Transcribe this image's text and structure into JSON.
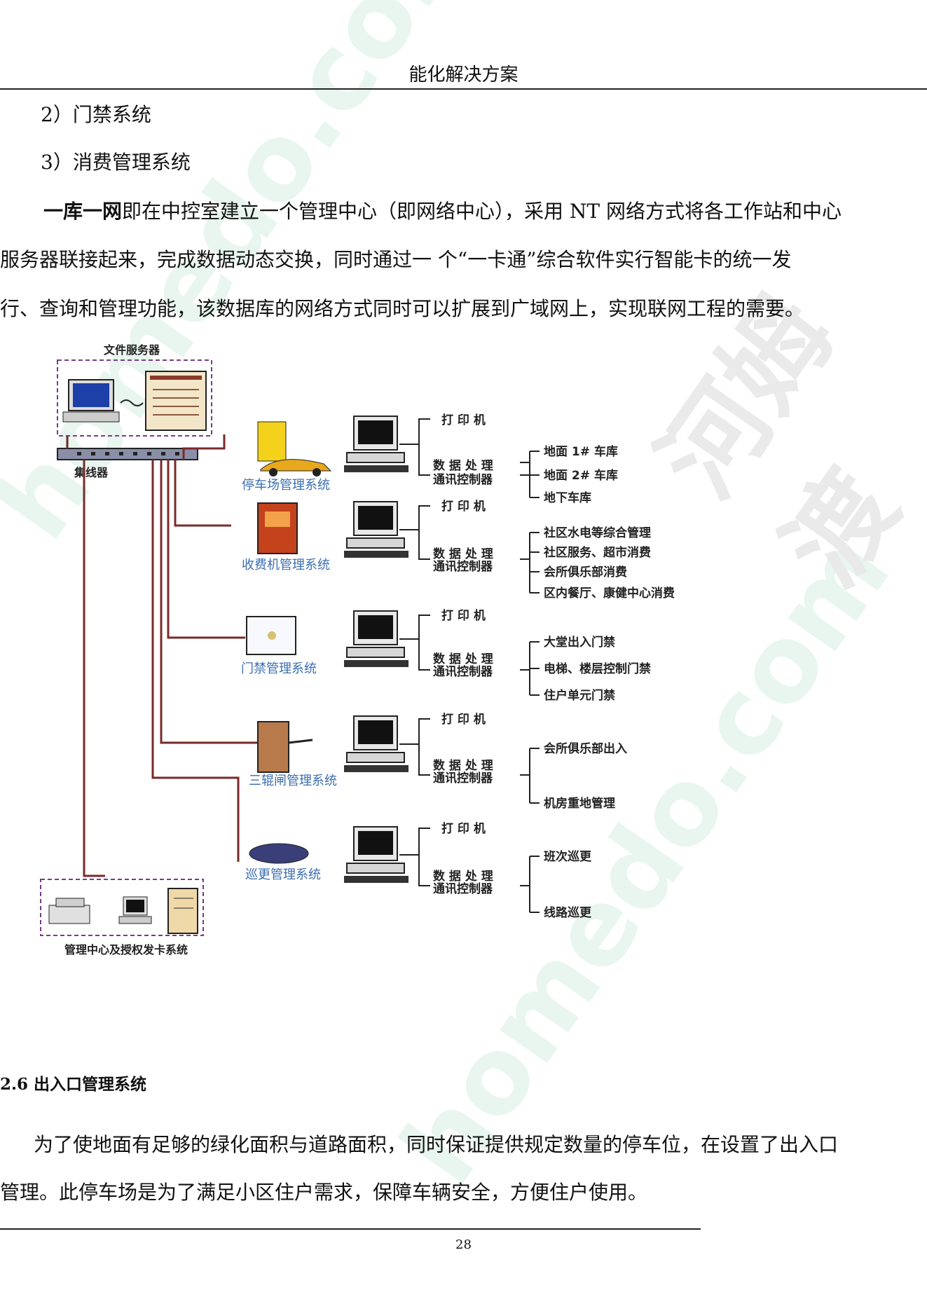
{
  "header": {
    "title": "能化解决方案"
  },
  "list_items": [
    "2）门禁系统",
    "3）消费管理系统"
  ],
  "paragraph1": {
    "lead_bold": "一库一网",
    "line1": "即在中控室建立一个管理中心（即网络中心），采用 NT 网络方式将各工作站和中心",
    "line2": "服务器联接起来，完成数据动态交换，同时通过一 个“一卡通”综合软件实行智能卡的统一发",
    "line3": "行、查询和管理功能，该数据库的网络方式同时可以扩展到广域网上，实现联网工程的需要。"
  },
  "diagram": {
    "file_server": "文件服务器",
    "hub": "集线器",
    "management_center": "管理中心及授权发卡系统",
    "printer": "打 印 机",
    "controller_line1": "数 据 处 理",
    "controller_line2": "通讯控制器",
    "subsystems": [
      {
        "name": "停车场管理系统",
        "targets": [
          "地面 1# 车库",
          "地面 2# 车库",
          "地下车库"
        ]
      },
      {
        "name": "收费机管理系统",
        "targets": [
          "社区水电等综合管理",
          "社区服务、超市消费",
          "会所俱乐部消费",
          "区内餐厅、康健中心消费"
        ]
      },
      {
        "name": "门禁管理系统",
        "targets": [
          "大堂出入门禁",
          "电梯、楼层控制门禁",
          "住户单元门禁"
        ]
      },
      {
        "name": "三辊闸管理系统",
        "targets": [
          "会所俱乐部出入",
          "机房重地管理"
        ]
      },
      {
        "name": "巡更管理系统",
        "targets": [
          "班次巡更",
          "线路巡更"
        ]
      }
    ]
  },
  "section": {
    "heading": "2.6 出入口管理系统"
  },
  "paragraph2": {
    "line1": "为了使地面有足够的绿化面积与道路面积，同时保证提供规定数量的停车位，在设置了出入口",
    "line2": "管理。此停车场是为了满足小区住户需求，保障车辆安全，方便住户使用。"
  },
  "watermark": {
    "text1": "homedo.com",
    "text2": "河姆渡"
  },
  "footer": {
    "page_number": "28"
  }
}
